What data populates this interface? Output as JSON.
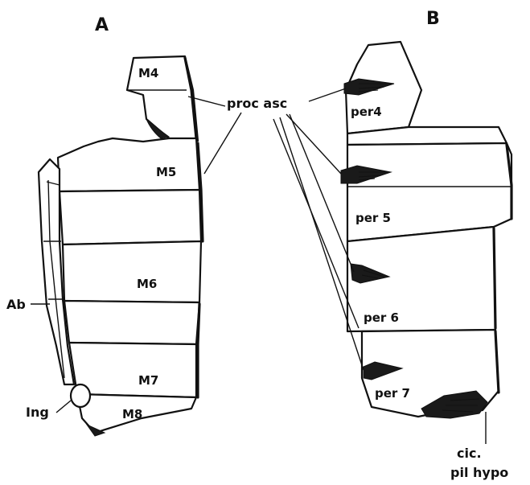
{
  "panels": {
    "a": "A",
    "b": "B"
  },
  "panel_a": {
    "segments": [
      "M4",
      "M5",
      "M6",
      "M7",
      "M8"
    ],
    "ab": "Ab",
    "ing": "Ing"
  },
  "panel_b": {
    "segments": [
      "per4",
      "per 5",
      "per 6",
      "per 7"
    ]
  },
  "shared": {
    "proc_asc": "proc asc",
    "cic": "cic.",
    "pil_hypo": "pil hypo"
  }
}
